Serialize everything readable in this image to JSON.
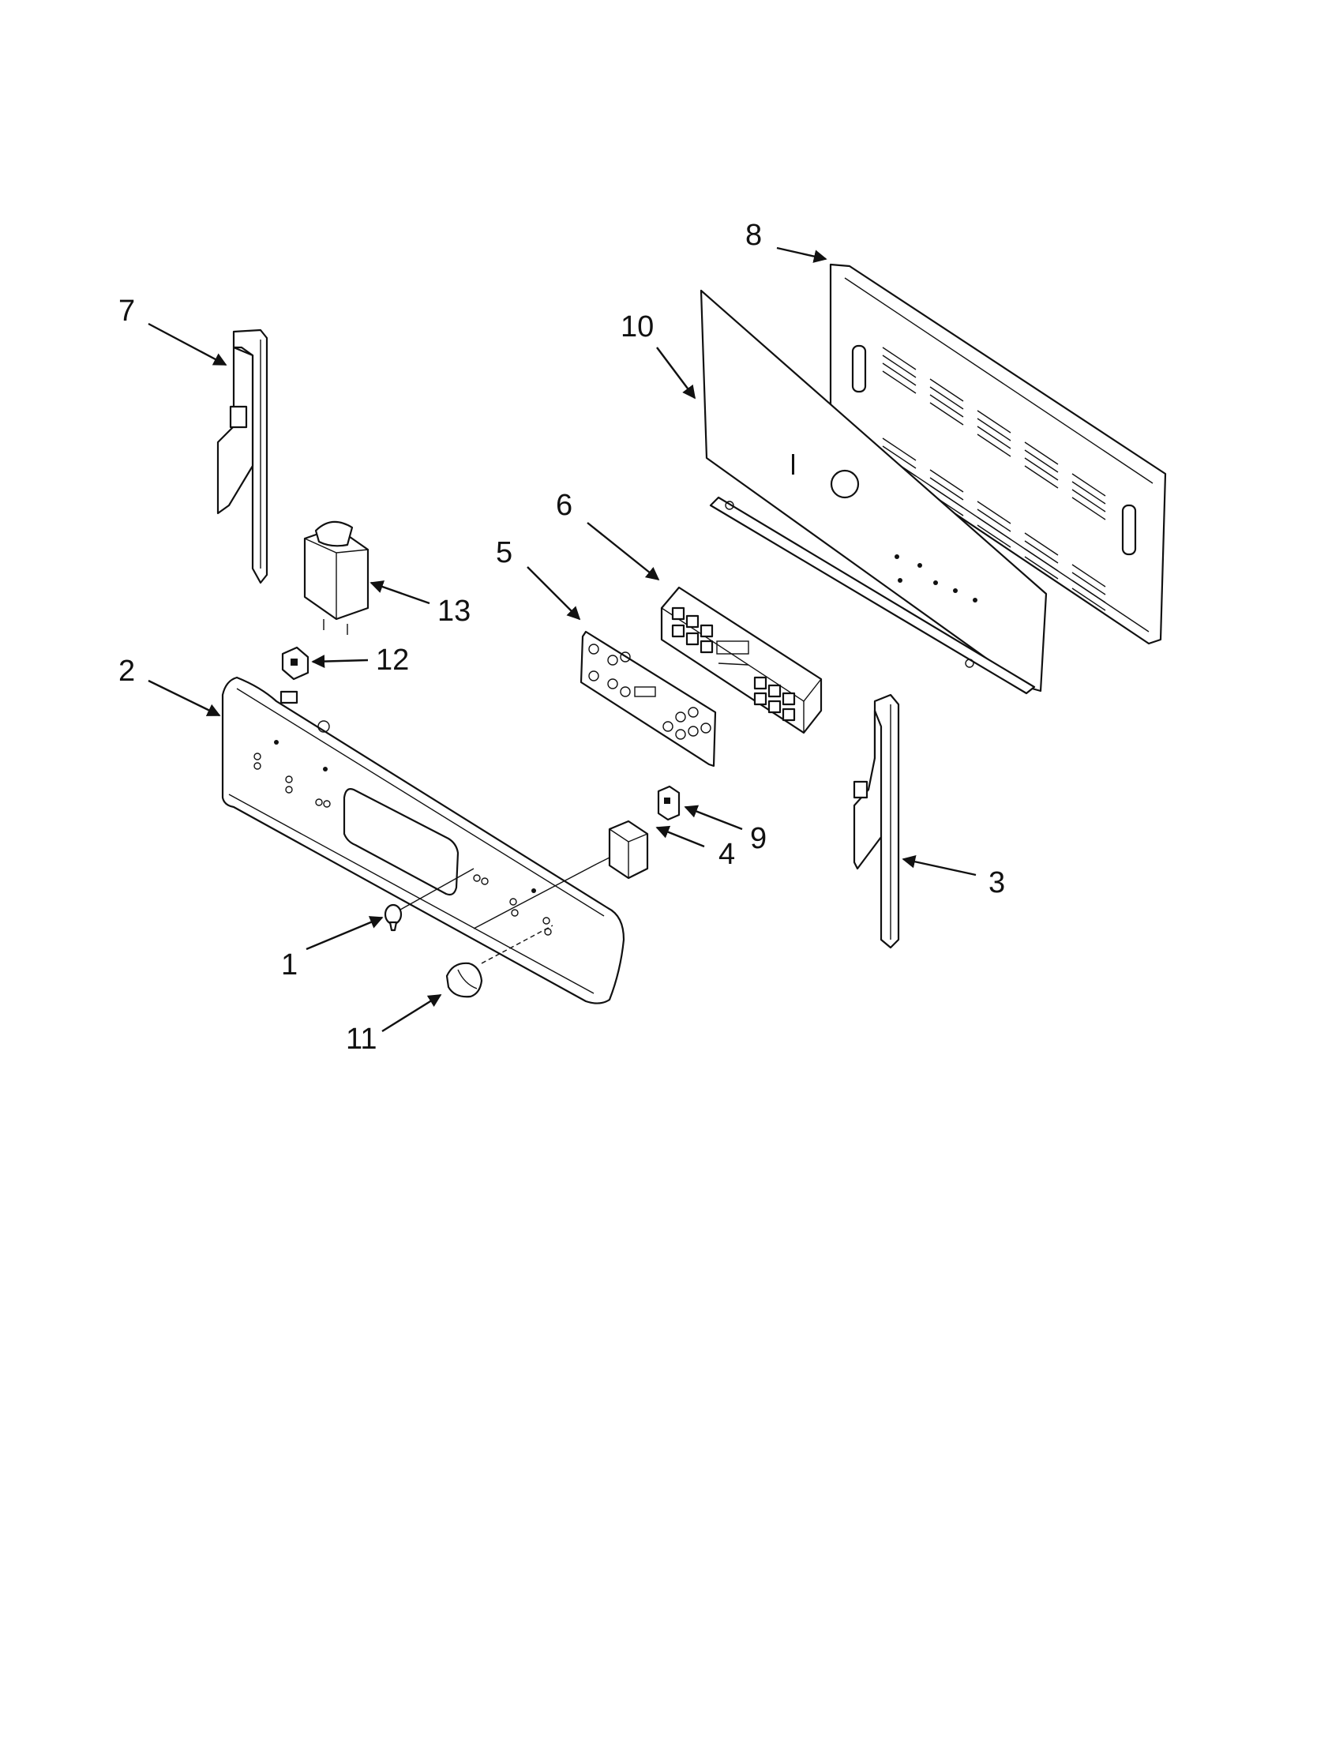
{
  "callouts": [
    {
      "id": "1",
      "part": "screw"
    },
    {
      "id": "2",
      "part": "control-panel"
    },
    {
      "id": "3",
      "part": "right-end-bracket"
    },
    {
      "id": "4",
      "part": "switch"
    },
    {
      "id": "5",
      "part": "control-overlay"
    },
    {
      "id": "6",
      "part": "electronic-control-board"
    },
    {
      "id": "7",
      "part": "left-end-bracket"
    },
    {
      "id": "8",
      "part": "rear-panel"
    },
    {
      "id": "9",
      "part": "switch-small"
    },
    {
      "id": "10",
      "part": "control-mounting-plate"
    },
    {
      "id": "11",
      "part": "knob"
    },
    {
      "id": "12",
      "part": "indicator-light"
    },
    {
      "id": "13",
      "part": "relay"
    }
  ]
}
